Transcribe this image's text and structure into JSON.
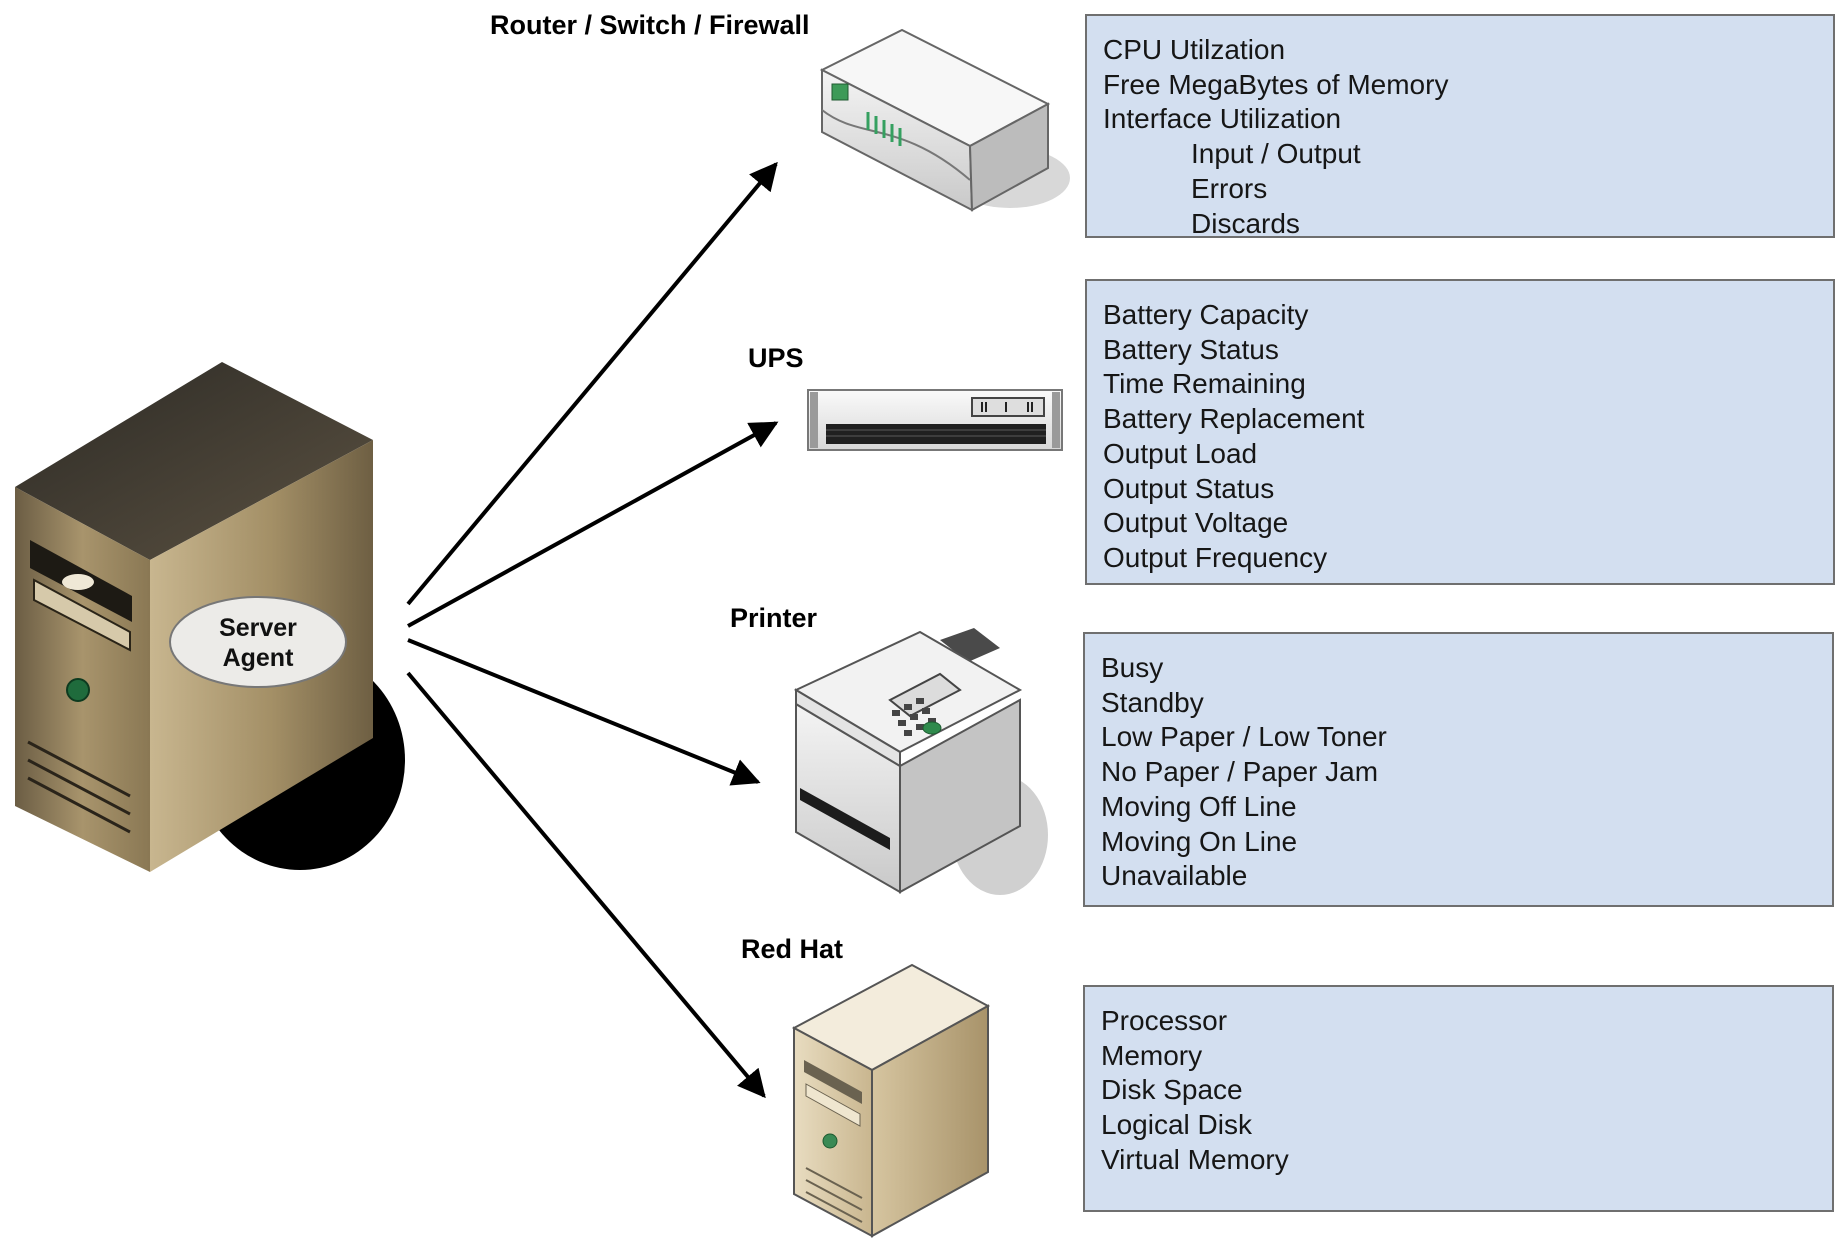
{
  "server": {
    "label_line1": "Server",
    "label_line2": "Agent"
  },
  "devices": [
    {
      "label": "Router / Switch / Firewall",
      "metrics": [
        {
          "text": "CPU Utilzation",
          "indent": false
        },
        {
          "text": "Free MegaBytes of Memory",
          "indent": false
        },
        {
          "text": "Interface Utilization",
          "indent": false
        },
        {
          "text": "Input / Output",
          "indent": true
        },
        {
          "text": "Errors",
          "indent": true
        },
        {
          "text": "Discards",
          "indent": true
        }
      ]
    },
    {
      "label": "UPS",
      "metrics": [
        {
          "text": "Battery Capacity",
          "indent": false
        },
        {
          "text": "Battery Status",
          "indent": false
        },
        {
          "text": "Time Remaining",
          "indent": false
        },
        {
          "text": "Battery Replacement",
          "indent": false
        },
        {
          "text": "Output Load",
          "indent": false
        },
        {
          "text": "Output Status",
          "indent": false
        },
        {
          "text": "Output Voltage",
          "indent": false
        },
        {
          "text": "Output Frequency",
          "indent": false
        }
      ]
    },
    {
      "label": "Printer",
      "metrics": [
        {
          "text": "Busy",
          "indent": false
        },
        {
          "text": "Standby",
          "indent": false
        },
        {
          "text": "Low Paper / Low Toner",
          "indent": false
        },
        {
          "text": "No Paper / Paper Jam",
          "indent": false
        },
        {
          "text": "Moving Off Line",
          "indent": false
        },
        {
          "text": "Moving On Line",
          "indent": false
        },
        {
          "text": "Unavailable",
          "indent": false
        }
      ]
    },
    {
      "label": "Red Hat",
      "metrics": [
        {
          "text": "Processor",
          "indent": false
        },
        {
          "text": "Memory",
          "indent": false
        },
        {
          "text": "Disk Space",
          "indent": false
        },
        {
          "text": "Logical Disk",
          "indent": false
        },
        {
          "text": "Virtual Memory",
          "indent": false
        }
      ]
    }
  ],
  "colors": {
    "box_fill": "#d3dff0",
    "box_border": "#6f6f6f",
    "arrow": "#000000"
  }
}
